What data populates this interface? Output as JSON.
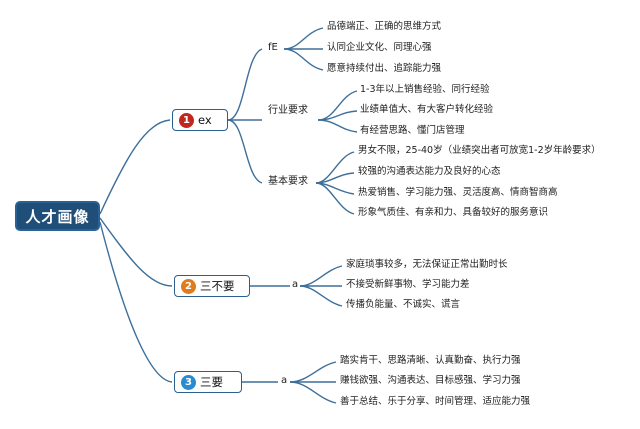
{
  "root": {
    "title": "人才画像"
  },
  "colors": {
    "line": "#3d6f9a",
    "badge1": "#c0281f",
    "badge2": "#e07a1f",
    "badge3": "#2a8bd0"
  },
  "branches": [
    {
      "badge": "1",
      "label": "ex",
      "subgroups": [
        {
          "label": "fE",
          "leaves": [
            "品德端正、正确的思维方式",
            "认同企业文化、同理心强",
            "愿意持续付出、追踪能力强"
          ]
        },
        {
          "label": "行业要求",
          "leaves": [
            "1-3年以上销售经验、同行经验",
            "业绩单值大、有大客户转化经验",
            "有经营思路、懂门店管理"
          ]
        },
        {
          "label": "基本要求",
          "leaves": [
            "男女不限，25-40岁（业绩突出者可放宽1-2岁年龄要求）",
            "较强的沟通表达能力及良好的心态",
            "热爱销售、学习能力强、灵活度高、情商智商高",
            "形象气质佳、有亲和力、具备较好的服务意识"
          ]
        }
      ]
    },
    {
      "badge": "2",
      "label": "三不要",
      "subgroups": [
        {
          "label": "a",
          "leaves": [
            "家庭琐事较多，无法保证正常出勤时长",
            "不接受新鲜事物、学习能力差",
            "传播负能量、不诚实、谎言"
          ]
        }
      ]
    },
    {
      "badge": "3",
      "label": "三要",
      "subgroups": [
        {
          "label": "a",
          "leaves": [
            "踏实肯干、思路清晰、认真勤奋、执行力强",
            "赚钱欲强、沟通表达、目标感强、学习力强",
            "善于总结、乐于分享、时间管理、适应能力强"
          ]
        }
      ]
    }
  ]
}
